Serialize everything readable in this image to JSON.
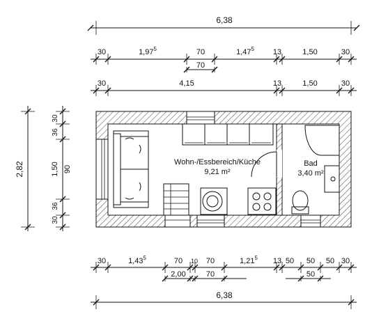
{
  "dims": {
    "top_total": "6,38",
    "top_row2": [
      "30",
      "1,97",
      "70",
      "1,47",
      "13",
      "1,50",
      "30"
    ],
    "top_row2_sup": [
      "",
      "5",
      "",
      "5",
      "",
      "",
      ""
    ],
    "top_row2_sub": "70",
    "top_row3": [
      "30",
      "4,15",
      "13",
      "1,50",
      "30"
    ],
    "left_total": "2,82",
    "left_mid": "1,50",
    "left_inner": [
      "30",
      "36",
      "90",
      "36",
      "30"
    ],
    "bottom_row1": [
      "30",
      "1,43",
      "70",
      "10",
      "70",
      "1,21",
      "13",
      "50",
      "50",
      "50",
      "30"
    ],
    "bottom_row1_sup": [
      "",
      "5",
      "",
      "",
      "",
      "5",
      "",
      "",
      "",
      "",
      ""
    ],
    "bottom_row1_sub": [
      "2,00",
      "70",
      "50"
    ],
    "bottom_total": "6,38"
  },
  "rooms": [
    {
      "name": "Wohn-/Essbereich/Küche",
      "area": "9,21 m²"
    },
    {
      "name": "Bad",
      "area": "3,40 m²"
    }
  ]
}
